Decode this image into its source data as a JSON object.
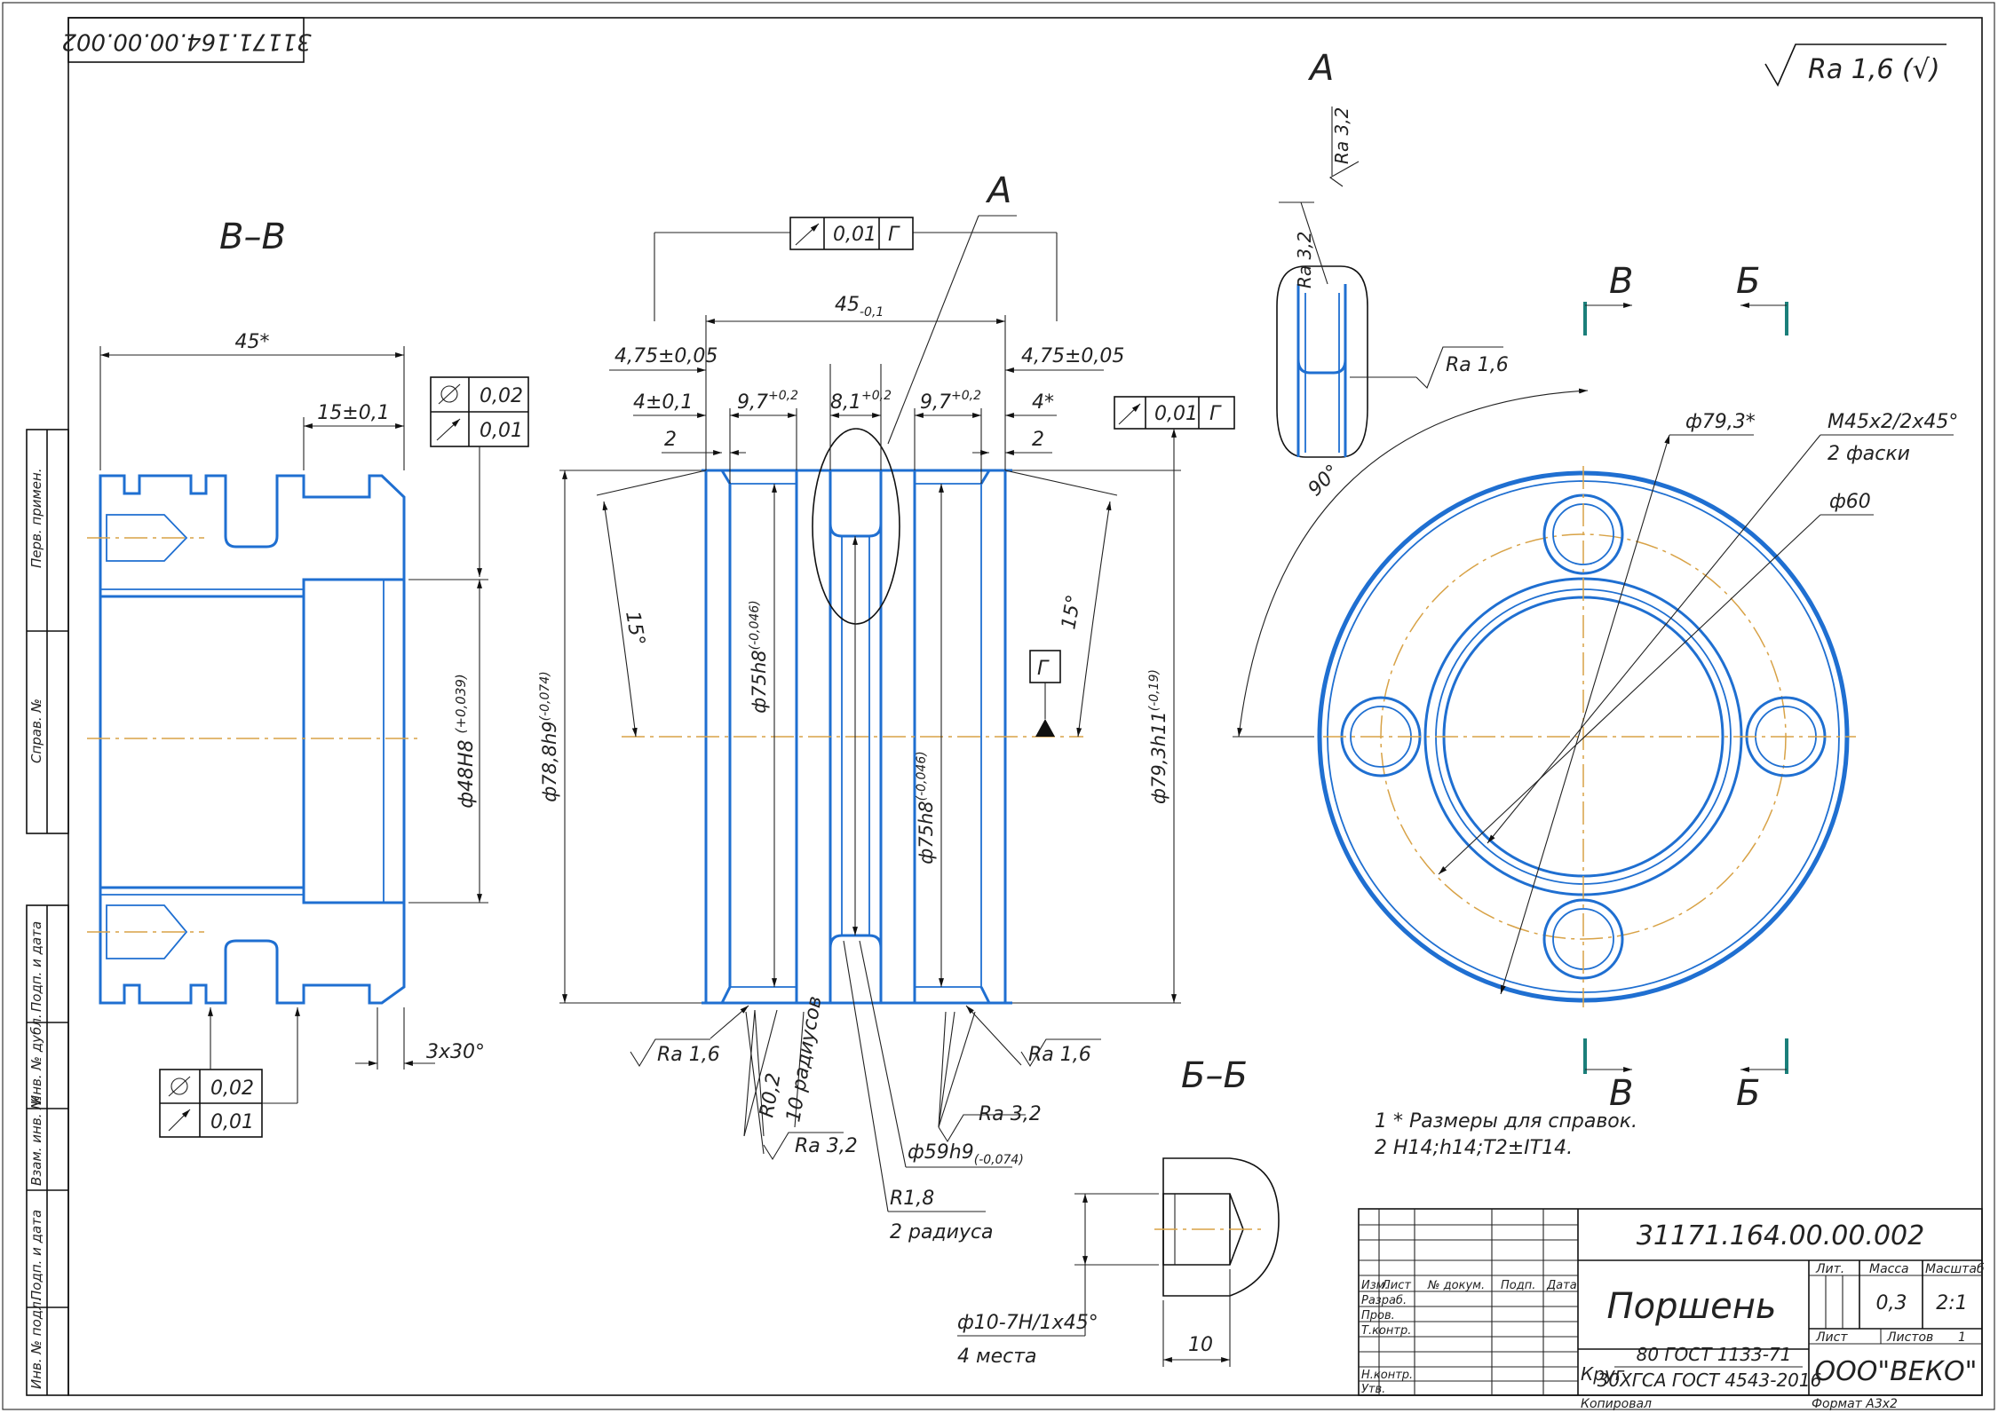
{
  "doc_number": "31171.164.00.00.002",
  "doc_number_rotated": "31171.164.00.00.002",
  "surface_finish_general": "Ra 1,6 (√)",
  "views": {
    "section_vv": "В–В",
    "section_bb": "Б–Б",
    "view_a_callout": "А",
    "view_a_title": "А",
    "cut_v_top": "В",
    "cut_b_top": "Б",
    "cut_v_bottom": "В",
    "cut_b_bottom": "Б"
  },
  "left_view": {
    "dim_overall": "45*",
    "dim_step": "15±0,1",
    "dim_bore": "ф48H8",
    "dim_bore_tol": "(+0,039)",
    "chamfer": "3x30°",
    "frame_top_1_val": "0,02",
    "frame_top_2_val": "0,01",
    "frame_bot_1_val": "0,02",
    "frame_bot_2_val": "0,01"
  },
  "center_view": {
    "frame_top_val": "0,01",
    "frame_top_datum": "Г",
    "dim_45": "45",
    "dim_45_tol": "-0,1",
    "dim_475_left": "4,75±0,05",
    "dim_475_right": "4,75±0,05",
    "dim_4_left": "4±0,1",
    "dim_4_right": "4*",
    "dim_2_left": "2",
    "dim_2_right": "2",
    "dim_97_left": "9,7",
    "dim_97_left_tol": "+0,2",
    "dim_81": "8,1",
    "dim_81_tol": "+0,2",
    "dim_97_right": "9,7",
    "dim_97_right_tol": "+0,2",
    "frame_right_val": "0,01",
    "frame_right_datum": "Г",
    "datum_g": "Г",
    "angle_left": "15°",
    "angle_right": "15°",
    "dia_788": "ф78,8h9",
    "dia_788_tol": "(-0,074)",
    "dia_75_a": "ф75h8",
    "dia_75_a_tol": "(-0,046)",
    "dia_75_b": "ф75h8",
    "dia_75_b_tol": "(-0,046)",
    "dia_793": "ф79,3h11",
    "dia_793_tol": "(-0,19)",
    "ra_left": "Ra 1,6",
    "ra_right": "Ra 1,6",
    "ra_32_a": "Ra 3,2",
    "ra_32_b": "Ra 3,2",
    "r02": "R0,2",
    "r02_note": "10 радиусов",
    "dia_59": "ф59h9",
    "dia_59_tol": "(-0,074)",
    "r18": "R1,8",
    "r18_note": "2 радиуса"
  },
  "view_a": {
    "ra_top": "Ra 3,2",
    "ra_left": "Ra 3,2",
    "ra_right": "Ra 1,6"
  },
  "right_view": {
    "dia_793": "ф79,3*",
    "thread": "M45x2/2x45°",
    "thread_note": "2 фаски",
    "dia_60": "ф60",
    "angle_90": "90°"
  },
  "section_bb_detail": {
    "hole": "ф10-7H/1x45°",
    "hole_note": "4 места",
    "dim_10": "10"
  },
  "notes": [
    "1  * Размеры для справок.",
    "2  H14;h14;T2±IT14."
  ],
  "title_block": {
    "doc_number": "31171.164.00.00.002",
    "part_name": "Поршень",
    "material_prefix": "Круг",
    "material_line1": "80 ГОСТ 1133-71",
    "material_line2": "30ХГСА ГОСТ 4543-2016",
    "company": "ООО\"ВЕКО\"",
    "col_izm": "Изм.",
    "col_list": "Лист",
    "col_doc": "№ докум.",
    "col_podp": "Подп.",
    "col_date": "Дата",
    "row_razrab": "Разраб.",
    "row_prov": "Пров.",
    "row_tkontr": "Т.контр.",
    "row_nkontr": "Н.контр.",
    "row_utv": "Утв.",
    "hdr_lit": "Лит.",
    "hdr_massa": "Масса",
    "hdr_masshtab": "Масштаб",
    "massa": "0,3",
    "masshtab": "2:1",
    "list_label": "Лист",
    "listov_label": "Листов",
    "listov": "1",
    "kopiroval": "Копировал",
    "format": "Формат    А3х2"
  },
  "side_stamp": {
    "perv_primen": "Перв. примен.",
    "sprav": "Справ. №",
    "podp_data_1": "Подп. и дата",
    "inv_dubl": "Инв. № дубл.",
    "vzam_inv": "Взам. инв. №",
    "podp_data_2": "Подп. и дата",
    "inv_podl": "Инв. № подл."
  }
}
